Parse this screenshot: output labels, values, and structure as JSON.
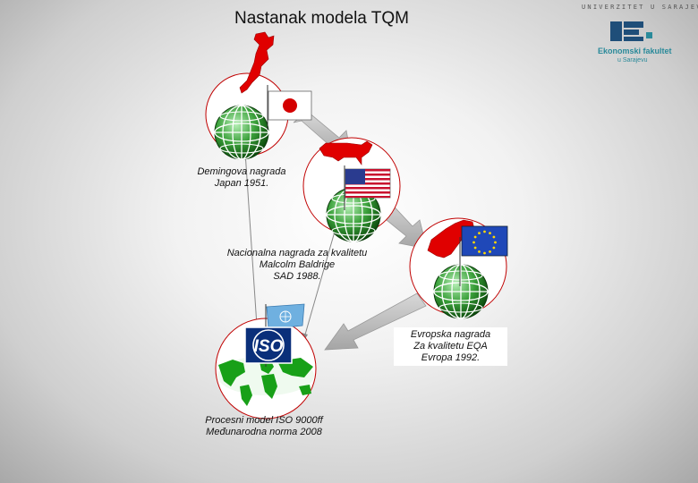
{
  "title": "Nastanak modela TQM",
  "logo": {
    "university": "UNIVERZITET U SARAJEVU",
    "faculty_line1": "Ekonomski fakultet",
    "faculty_line2": "u Sarajevu",
    "color": "#1f4e79",
    "accent": "#2a8a9a"
  },
  "nodes": [
    {
      "id": "japan",
      "flag": "japan-flag-icon",
      "map": "japan-map-icon",
      "lines": [
        "Demingova nagrada",
        "Japan 1951."
      ]
    },
    {
      "id": "usa",
      "flag": "usa-flag-icon",
      "map": "usa-map-icon",
      "lines": [
        "Nacionalna nagrada za kvalitetu",
        "Malcolm Baldrige",
        "SAD 1988."
      ]
    },
    {
      "id": "europe",
      "flag": "eu-flag-icon",
      "map": "europe-map-icon",
      "lines": [
        "Evropska nagrada",
        "Za kvalitetu EQA",
        "Evropa 1992."
      ]
    },
    {
      "id": "iso",
      "flag": "un-flag-icon",
      "map": "world-map-icon",
      "badge": "ISO",
      "lines": [
        "Procesni model ISO 9000ff",
        "Međunarodna norma 2008"
      ]
    }
  ],
  "colors": {
    "map_red": "#e00000",
    "globe_green": "#2e8b2e",
    "eu_blue": "#1f48b8",
    "arrow_gray": "#b8b8b8"
  }
}
